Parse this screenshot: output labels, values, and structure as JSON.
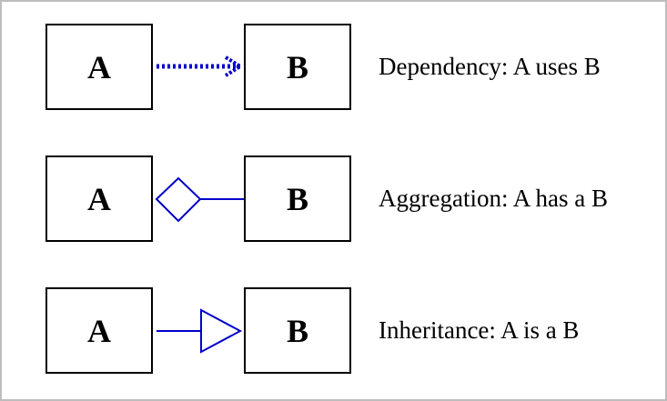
{
  "relations": [
    {
      "kind": "dependency",
      "source": "A",
      "target": "B",
      "description": "Dependency: A uses B"
    },
    {
      "kind": "aggregation",
      "source": "A",
      "target": "B",
      "description": "Aggregation: A has a B"
    },
    {
      "kind": "inheritance",
      "source": "A",
      "target": "B",
      "description": "Inheritance: A is a B"
    }
  ],
  "colors": {
    "connector": "#0000cc",
    "box_border": "#000000",
    "frame_border": "#bdbdbd"
  }
}
